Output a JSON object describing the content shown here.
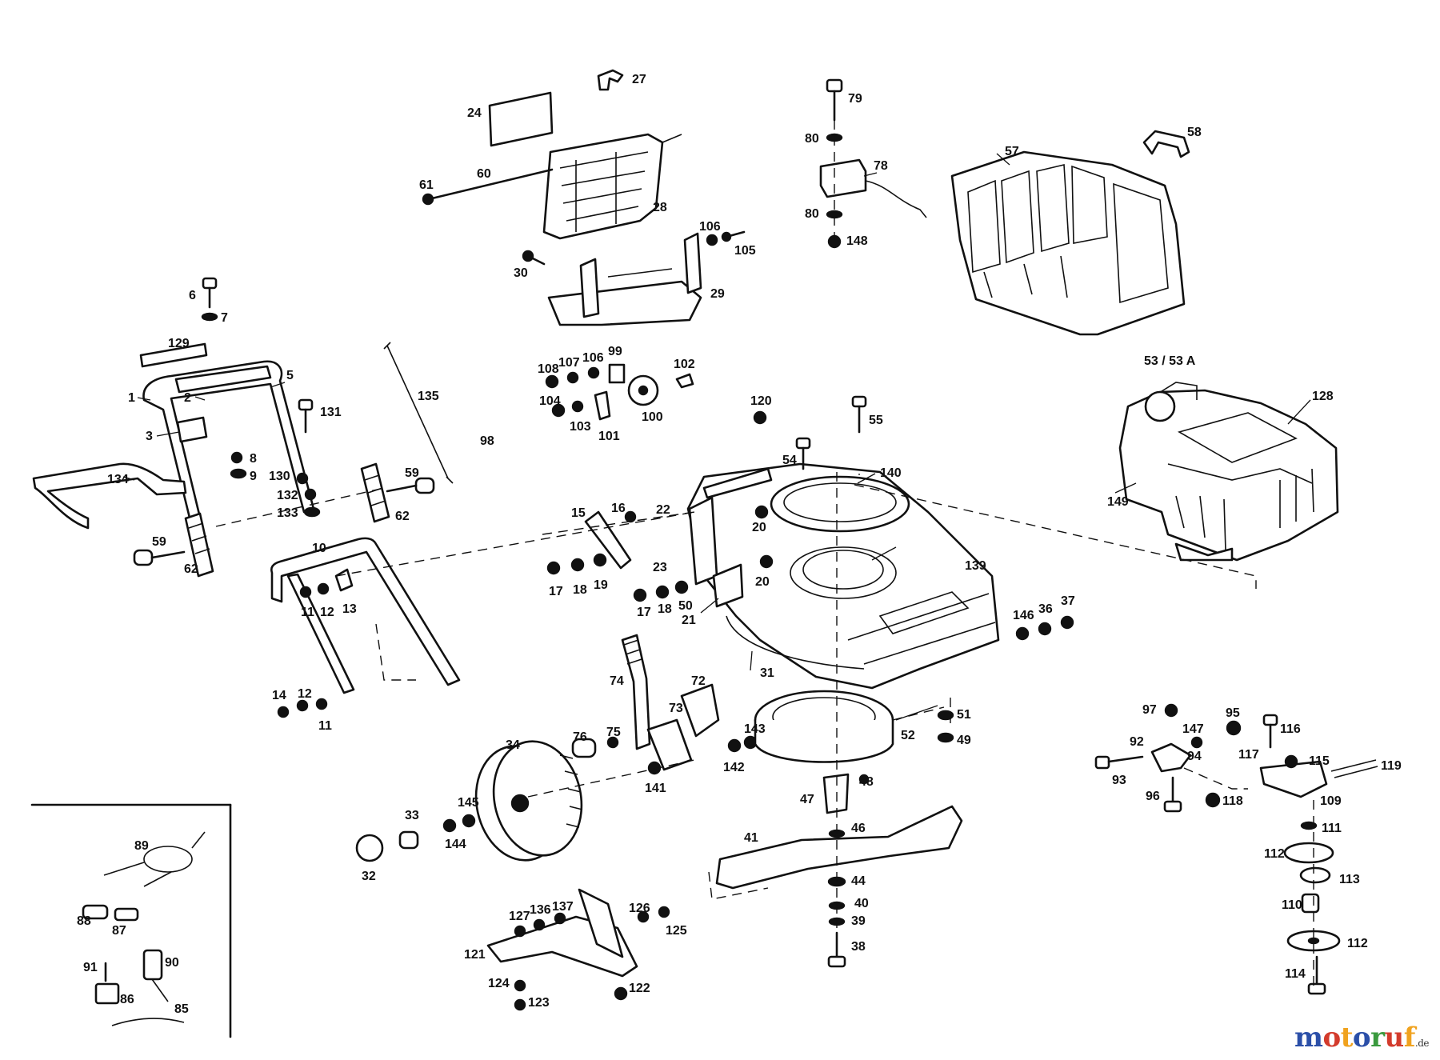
{
  "labels": {
    "p1": "1",
    "p2": "2",
    "p3": "3",
    "p5": "5",
    "p6": "6",
    "p7": "7",
    "p8": "8",
    "p9": "9",
    "p10": "10",
    "p11": "11",
    "p11b": "11",
    "p12": "12",
    "p12b": "12",
    "p13": "13",
    "p14": "14",
    "p15": "15",
    "p16": "16",
    "p17": "17",
    "p17b": "17",
    "p18": "18",
    "p18b": "18",
    "p19": "19",
    "p20": "20",
    "p20b": "20",
    "p21": "21",
    "p22": "22",
    "p23": "23",
    "p24": "24",
    "p27": "27",
    "p28": "28",
    "p29": "29",
    "p30": "30",
    "p31": "31",
    "p32": "32",
    "p33": "33",
    "p34": "34",
    "p36": "36",
    "p37": "37",
    "p38": "38",
    "p39": "39",
    "p40": "40",
    "p41": "41",
    "p44": "44",
    "p46": "46",
    "p47": "47",
    "p48": "48",
    "p49": "49",
    "p50": "50",
    "p51": "51",
    "p52": "52",
    "p53": "53 / 53 A",
    "p54": "54",
    "p55": "55",
    "p57": "57",
    "p58": "58",
    "p59": "59",
    "p59b": "59",
    "p60": "60",
    "p61": "61",
    "p62": "62",
    "p62b": "62",
    "p72": "72",
    "p73": "73",
    "p74": "74",
    "p75": "75",
    "p76": "76",
    "p78": "78",
    "p79": "79",
    "p80": "80",
    "p80b": "80",
    "p85": "85",
    "p86": "86",
    "p87": "87",
    "p88": "88",
    "p89": "89",
    "p90": "90",
    "p91": "91",
    "p92": "92",
    "p93": "93",
    "p94": "94",
    "p95": "95",
    "p96": "96",
    "p97": "97",
    "p98": "98",
    "p99": "99",
    "p100": "100",
    "p101": "101",
    "p102": "102",
    "p103": "103",
    "p104": "104",
    "p105": "105",
    "p106": "106",
    "p106b": "106",
    "p107": "107",
    "p108": "108",
    "p109": "109",
    "p110": "110",
    "p111": "111",
    "p112": "112",
    "p112b": "112",
    "p113": "113",
    "p114": "114",
    "p115": "115",
    "p116": "116",
    "p117": "117",
    "p118": "118",
    "p119": "119",
    "p120": "120",
    "p121": "121",
    "p122": "122",
    "p123": "123",
    "p124": "124",
    "p125": "125",
    "p126": "126",
    "p127": "127",
    "p128": "128",
    "p129": "129",
    "p130": "130",
    "p131": "131",
    "p132": "132",
    "p133": "133",
    "p134": "134",
    "p135": "135",
    "p136": "136",
    "p137": "137",
    "p139": "139",
    "p140": "140",
    "p141": "141",
    "p142": "142",
    "p143": "143",
    "p144": "144",
    "p145": "145",
    "p146": "146",
    "p147": "147",
    "p148": "148",
    "p149": "149"
  },
  "watermark": {
    "letters": [
      "m",
      "o",
      "t",
      "o",
      "r",
      "u",
      "f"
    ],
    "colors": [
      "#2b4fa8",
      "#d33b2c",
      "#f0a21e",
      "#2b4fa8",
      "#3a9a3e",
      "#d33b2c",
      "#f0a21e"
    ],
    "tld": ".de"
  }
}
